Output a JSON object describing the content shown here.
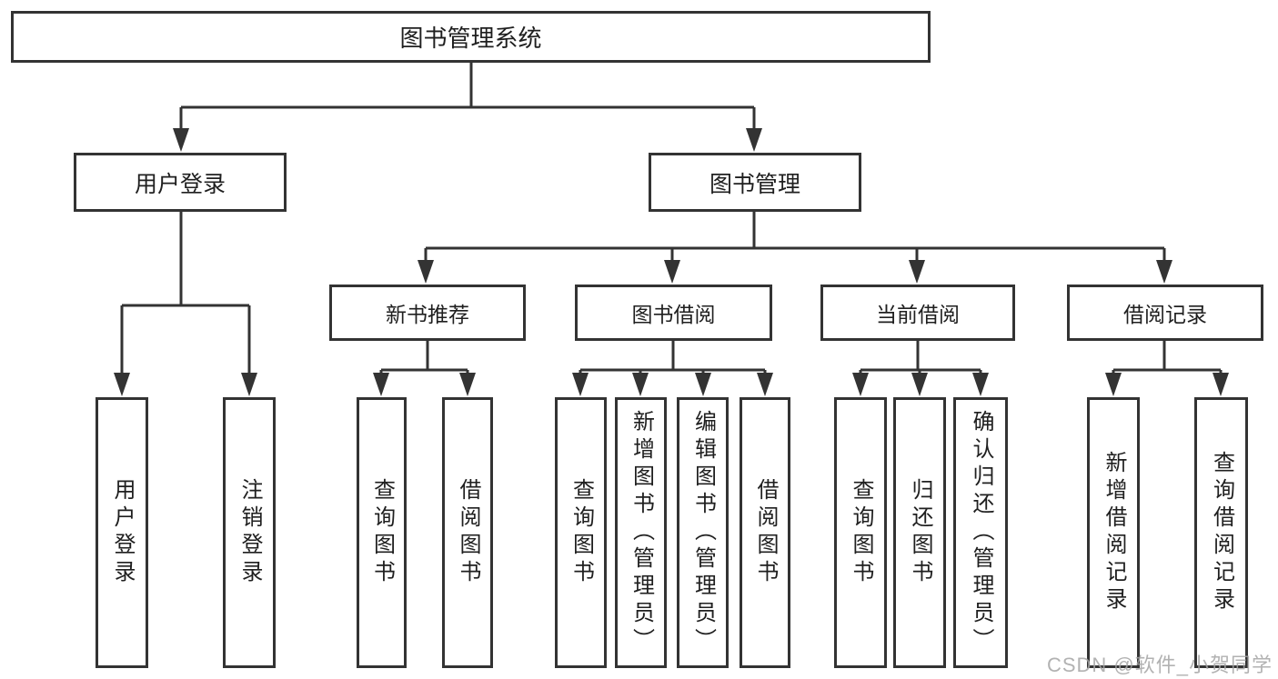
{
  "diagram": {
    "type": "hierarchy-tree",
    "nodes": {
      "root": "图书管理系统",
      "user_login": "用户登录",
      "book_mgmt": "图书管理",
      "new_book": "新书推荐",
      "book_borrow": "图书借阅",
      "current_borrow": "当前借阅",
      "borrow_record": "借阅记录",
      "leaf_user_login": "用户登录",
      "leaf_logout": "注销登录",
      "leaf_nb_query": "查询图书",
      "leaf_nb_borrow": "借阅图书",
      "leaf_bb_query": "查询图书",
      "leaf_bb_add": "新增图书（管理员）",
      "leaf_bb_edit": "编辑图书（管理员）",
      "leaf_bb_borrow": "借阅图书",
      "leaf_cb_query": "查询图书",
      "leaf_cb_return": "归还图书",
      "leaf_cb_confirm": "确认归还（管理员）",
      "leaf_br_add": "新增借阅记录",
      "leaf_br_query": "查询借阅记录"
    },
    "hierarchy": {
      "图书管理系统": [
        "用户登录",
        "图书管理"
      ],
      "用户登录": [
        "用户登录",
        "注销登录"
      ],
      "图书管理": [
        "新书推荐",
        "图书借阅",
        "当前借阅",
        "借阅记录"
      ],
      "新书推荐": [
        "查询图书",
        "借阅图书"
      ],
      "图书借阅": [
        "查询图书",
        "新增图书（管理员）",
        "编辑图书（管理员）",
        "借阅图书"
      ],
      "当前借阅": [
        "查询图书",
        "归还图书",
        "确认归还（管理员）"
      ],
      "借阅记录": [
        "新增借阅记录",
        "查询借阅记录"
      ]
    },
    "colors": {
      "line": "#333333",
      "text": "#1f1f1f",
      "background": "#ffffff",
      "watermark": "#a4a4a4"
    }
  },
  "watermark": "CSDN @软件_小贺同学"
}
